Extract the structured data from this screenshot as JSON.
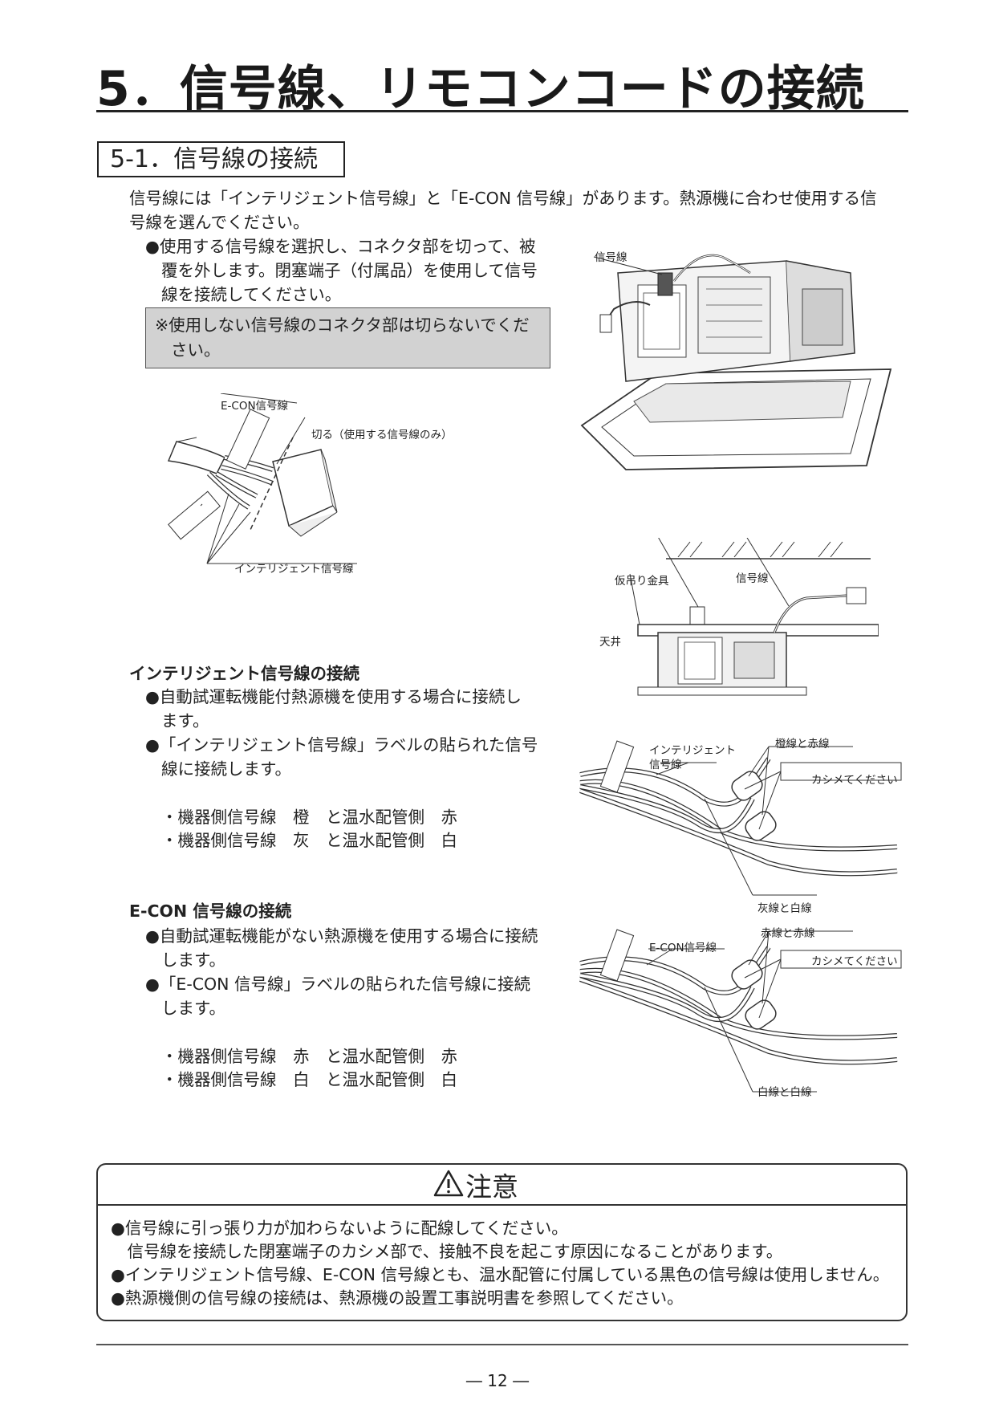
{
  "title": "5．信号線、リモコンコードの接続",
  "section": "5-1．信号線の接続",
  "intro": [
    "信号線には「インテリジェント信号線」と「E-CON 信号線」があります。熱源機に合わせ使用する信",
    "号線を選んでください。"
  ],
  "bullet1": [
    "●使用する信号線を選択し、コネクタ部を切って、被",
    "覆を外します。閉塞端子（付属品）を使用して信号",
    "線を接続してください。"
  ],
  "note": [
    "※使用しない信号線のコネクタ部は切らないでくだ",
    "さい。"
  ],
  "diagrams": {
    "connector": {
      "econ": "E-CON信号線",
      "cut": "切る（使用する信号線のみ）",
      "intelligent": "インテリジェント信号線"
    },
    "unit": {
      "signal": "信号線"
    },
    "ceiling": {
      "hanger": "仮吊り金具",
      "signal": "信号線",
      "ceiling": "天井"
    },
    "intelligent_wire": {
      "label": "インテリジェント",
      "label2": "信号線",
      "orange_red": "橙線と赤線",
      "crimp": "カシメてください",
      "gray_white": "灰線と白線"
    },
    "econ_wire": {
      "label": "E-CON信号線",
      "red_red": "赤線と赤線",
      "crimp": "カシメてください",
      "white_white": "白線と白線"
    }
  },
  "intelligent": {
    "heading": "インテリジェント信号線の接続",
    "b1": [
      "●自動試運転機能付熱源機を使用する場合に接続し",
      "ます。"
    ],
    "b2": [
      "●「インテリジェント信号線」ラベルの貼られた信号",
      "線に接続します。"
    ],
    "c1": "・機器側信号線　橙　と温水配管側　赤",
    "c2": "・機器側信号線　灰　と温水配管側　白"
  },
  "econ": {
    "heading": "E-CON 信号線の接続",
    "b1": [
      "●自動試運転機能がない熱源機を使用する場合に接続",
      "します。"
    ],
    "b2": [
      "●「E-CON 信号線」ラベルの貼られた信号線に接続",
      "します。"
    ],
    "c1": "・機器側信号線　赤　と温水配管側　赤",
    "c2": "・機器側信号線　白　と温水配管側　白"
  },
  "caution": {
    "title": "注意",
    "items": [
      "●信号線に引っ張り力が加わらないように配線してください。",
      "　信号線を接続した閉塞端子のカシメ部で、接触不良を起こす原因になることがあります。",
      "●インテリジェント信号線、E-CON 信号線とも、温水配管に付属している黒色の信号線は使用しません。",
      "●熱源機側の信号線の接続は、熱源機の設置工事説明書を参照してください。"
    ]
  },
  "page_number": "― 12 ―"
}
